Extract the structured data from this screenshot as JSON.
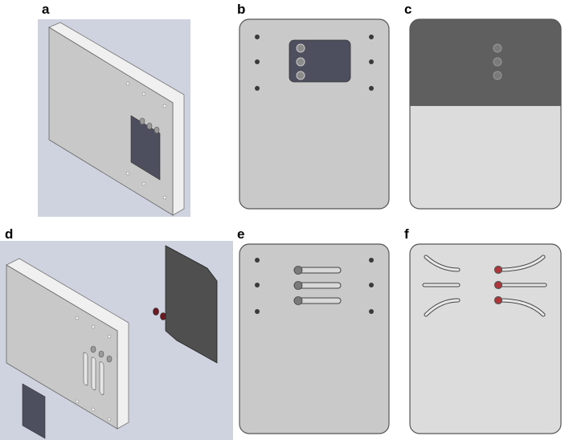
{
  "panels": [
    {
      "id": "a",
      "label": "a"
    },
    {
      "id": "b",
      "label": "b"
    },
    {
      "id": "c",
      "label": "c"
    },
    {
      "id": "d",
      "label": "d"
    },
    {
      "id": "e",
      "label": "e"
    },
    {
      "id": "f",
      "label": "f"
    }
  ],
  "colors": {
    "background_blue": "#cfd3e0",
    "plate_face": "#c9c9c9",
    "plate_light": "#dcdcdc",
    "plate_edge": "#f2f2f2",
    "window_dark": "#4e4f5e",
    "dark_plate": "#5f5f5f",
    "hole": "#3a3a3a",
    "red_port": "#b0343a",
    "outline": "#555555"
  }
}
